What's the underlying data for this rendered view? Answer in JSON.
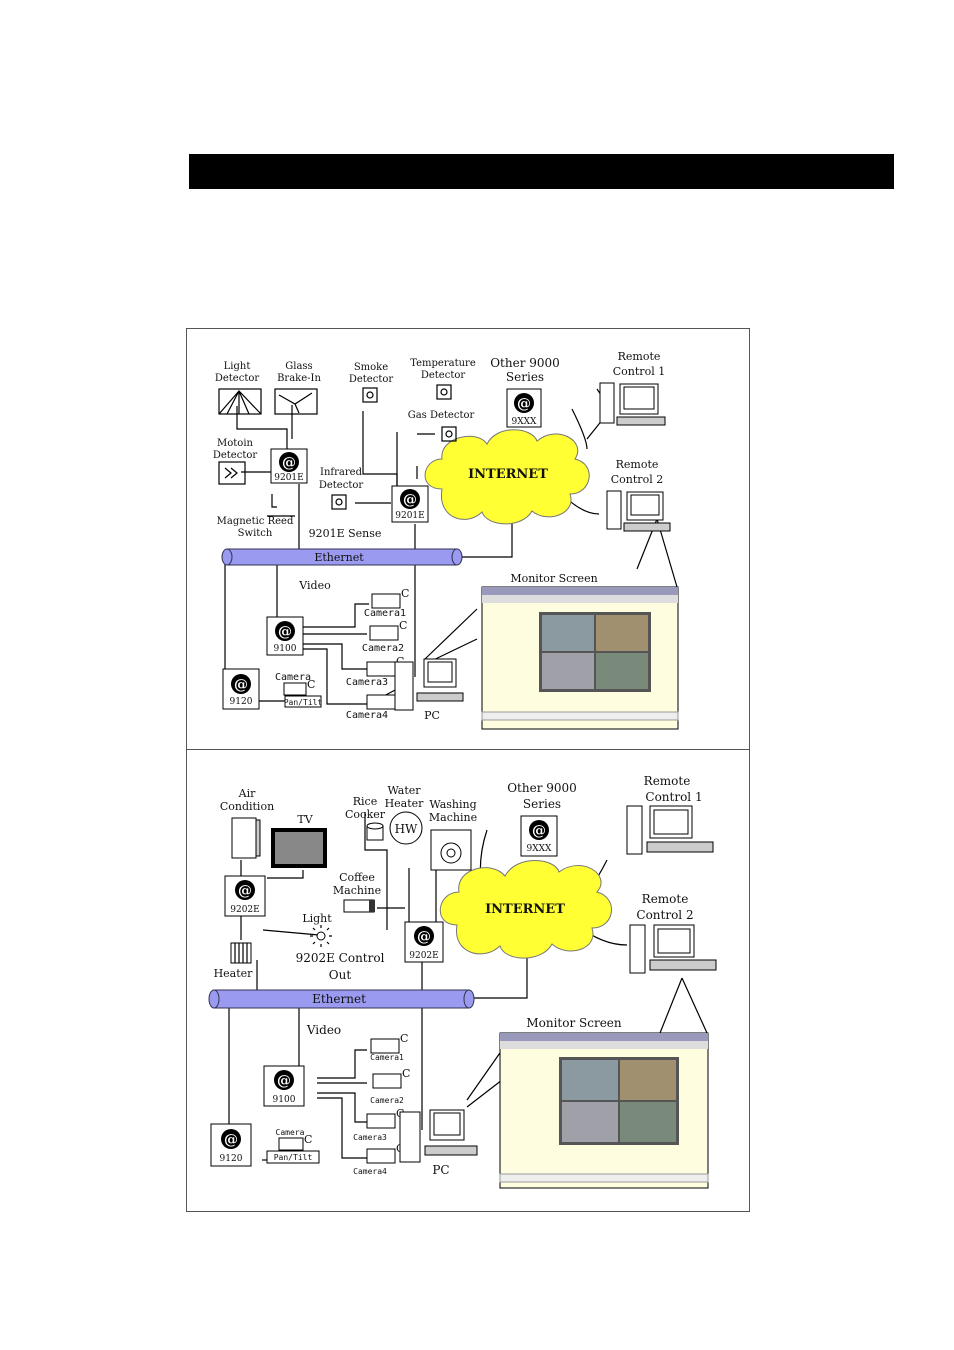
{
  "top": {
    "light_detector": [
      "Light",
      "Detector"
    ],
    "glass_break": [
      "Glass",
      "Brake-In"
    ],
    "smoke_detector": [
      "Smoke",
      "Detector"
    ],
    "temp_detector": [
      "Temperature",
      "Detector"
    ],
    "other_series": [
      "Other 9000",
      "Series"
    ],
    "remote1": [
      "Remote",
      "Control 1"
    ],
    "remote2": [
      "Remote",
      "Control 2"
    ],
    "gas_detector": "Gas Detector",
    "motion_detector": [
      "Motoin",
      "Detector"
    ],
    "infrared_detector": [
      "Infrared",
      "Detector"
    ],
    "magnetic_switch": [
      "Magnetic Reed",
      "Switch"
    ],
    "device_a": "9201E",
    "device_b": "9201E",
    "device_9xxx": "9XXX",
    "internet": "INTERNET",
    "sense_label": "9201E Sense",
    "ethernet": "Ethernet",
    "video": "Video",
    "monitor_screen": "Monitor Screen",
    "cameras": [
      "Camera1",
      "Camera2",
      "Camera3",
      "Camera4"
    ],
    "camera_pt": "Camera",
    "pan_tilt": "Pan/Tilt",
    "dev_9100": "9100",
    "dev_9120": "9120",
    "pc": "PC"
  },
  "bottom": {
    "air_condition": [
      "Air",
      "Condition"
    ],
    "tv": "TV",
    "rice_cooker": [
      "Rice",
      "Cooker"
    ],
    "water_heater": [
      "Water",
      "Heater"
    ],
    "hw": "HW",
    "washing_machine": [
      "Washing",
      "Machine"
    ],
    "other_series": [
      "Other 9000",
      "Series"
    ],
    "remote1": [
      "Remote",
      "Control 1"
    ],
    "remote2": [
      "Remote",
      "Control 2"
    ],
    "coffee_machine": [
      "Coffee",
      "Machine"
    ],
    "light": "Light",
    "heater": "Heater",
    "control_label": [
      "9202E Control",
      "Out"
    ],
    "device_a": "9202E",
    "device_b": "9202E",
    "device_9xxx": "9XXX",
    "internet": "INTERNET",
    "ethernet": "Ethernet",
    "video": "Video",
    "monitor_screen": "Monitor Screen",
    "cameras": [
      "Camera1",
      "Camera2",
      "Camera3",
      "Camera4"
    ],
    "camera_pt": "Camera",
    "pan_tilt": "Pan/Tilt",
    "dev_9100": "9100",
    "dev_9120": "9120",
    "pc": "PC"
  },
  "colors": {
    "cloud": "#ffff33",
    "ethernet": "#9a9af0",
    "screen_bg": "#fffde0"
  }
}
